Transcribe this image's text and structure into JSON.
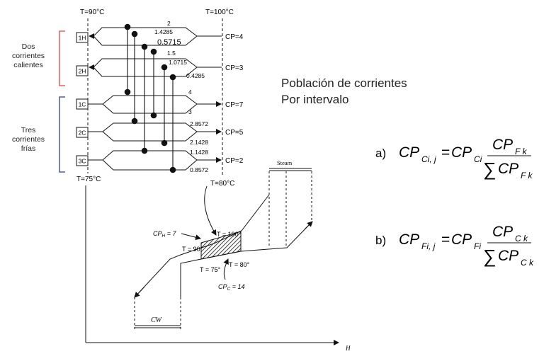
{
  "temps": {
    "t_90": "T=90°C",
    "t_100": "T=100°C",
    "t_75": "T=75°C",
    "t_80": "T=80°C"
  },
  "groups": {
    "hot": [
      "Dos",
      "corrientes",
      "calientes"
    ],
    "cold": [
      "Tres",
      "corrientes",
      "frías"
    ],
    "hot_color": "#e0463c",
    "cold_color": "#2f3f8f"
  },
  "streams": [
    {
      "id": "1H",
      "cp": "CP=4"
    },
    {
      "id": "2H",
      "cp": "CP=3"
    },
    {
      "id": "1C",
      "cp": "CP=7"
    },
    {
      "id": "2C",
      "cp": "CP=5"
    },
    {
      "id": "3C",
      "cp": "CP=2"
    }
  ],
  "split_values": {
    "h1": [
      "2",
      "1.4285",
      "0.5715"
    ],
    "h2": [
      "1.5",
      "1.0715",
      "0.4285"
    ],
    "c1": [
      "4",
      "3"
    ],
    "c2": [
      "2.8572",
      "2.1428"
    ],
    "c3": [
      "1.1428",
      "0.8572"
    ]
  },
  "heading": [
    "Población de corrientes",
    "Por intervalo"
  ],
  "formulas": {
    "a_label": "a)",
    "b_label": "b)",
    "a": {
      "lhs": "CP",
      "lhs_sub": "Ci, j",
      "eq": "=",
      "rhs": "CP",
      "rhs_sub": "Ci",
      "num": "CP",
      "num_sub": "F k",
      "sum": "∑",
      "den": "CP",
      "den_sub": "F k"
    },
    "b": {
      "lhs": "CP",
      "lhs_sub": "Fi, j",
      "eq": "=",
      "rhs": "CP",
      "rhs_sub": "Fi",
      "num": "CP",
      "num_sub": "C k",
      "sum": "∑",
      "den": "CP",
      "den_sub": "C k"
    }
  },
  "plot": {
    "steam": "Steam",
    "cw": "CW",
    "h_axis": "H",
    "t_100": "T = 100°",
    "t_90": "T = 90°",
    "t_75": "T = 75°",
    "t_80": "T = 80°",
    "cp_h": "CP",
    "cp_h_sub": "H",
    "cp_h_val": " = 7",
    "cp_c": "CP",
    "cp_c_sub": "C",
    "cp_c_val": " = 14"
  }
}
